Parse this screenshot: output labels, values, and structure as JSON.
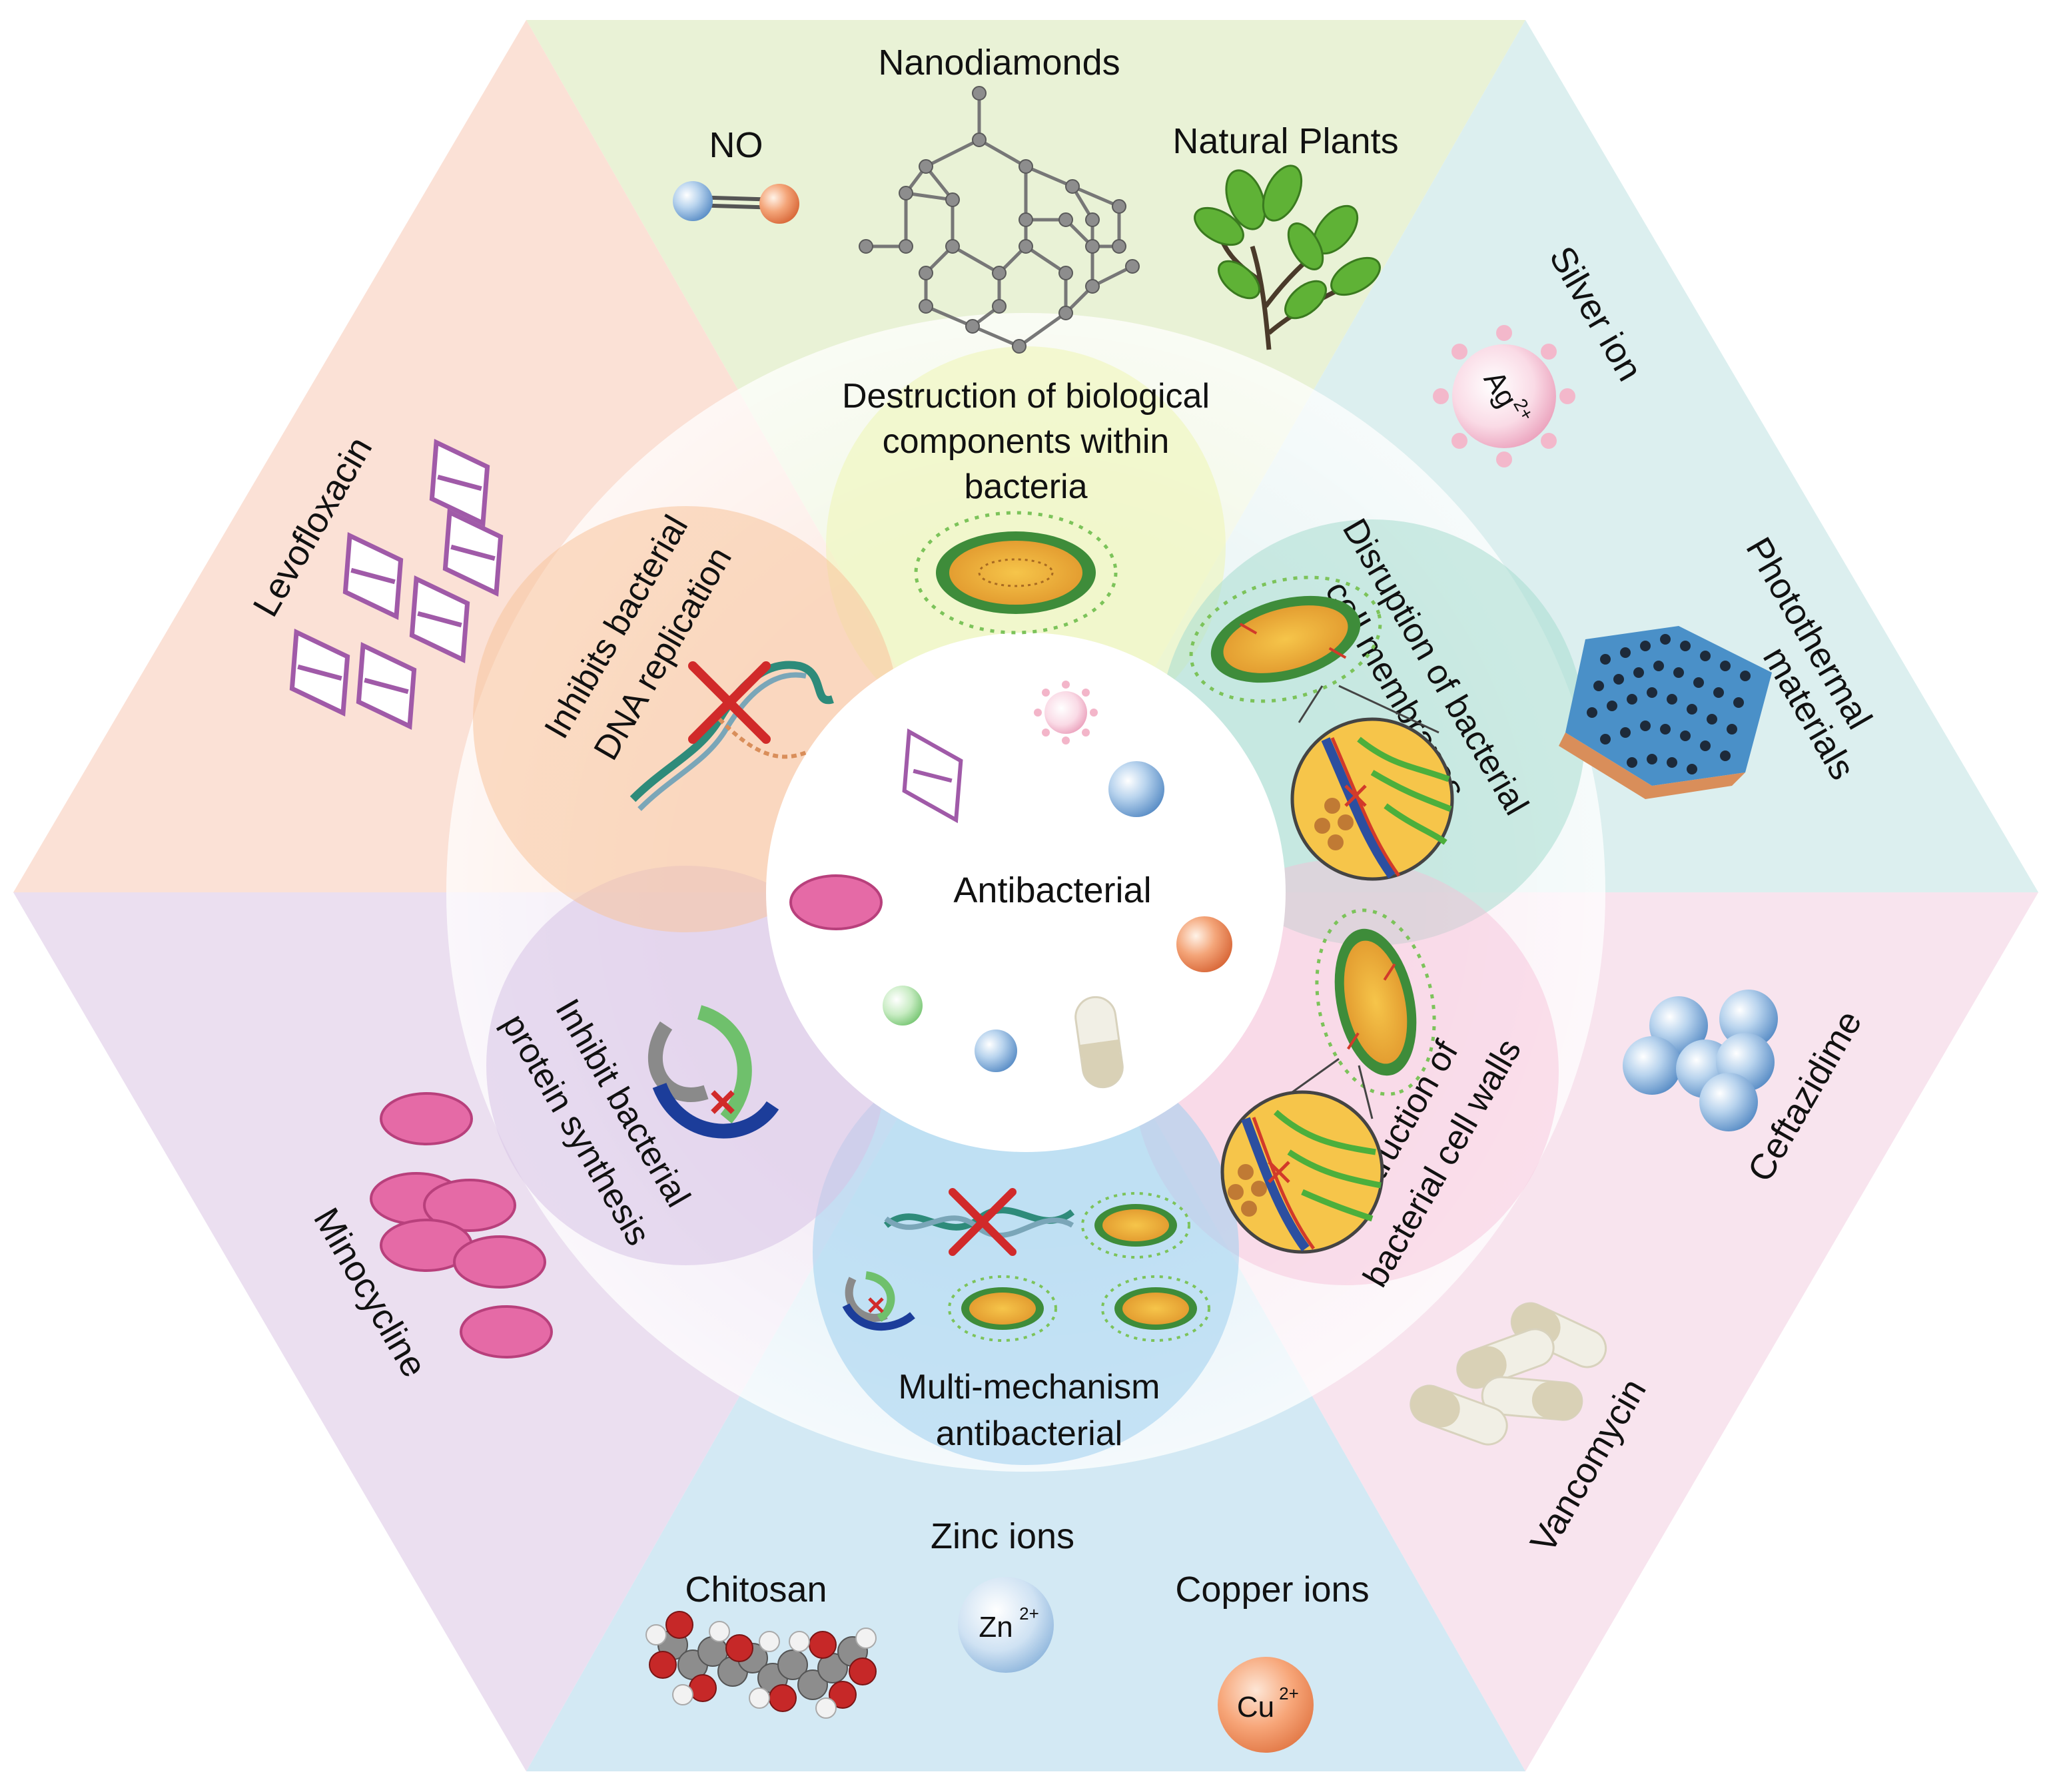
{
  "center": {
    "label": "Antibacterial"
  },
  "sectors": {
    "top": {
      "color": "#e9f2d6",
      "agents": {
        "no": "NO",
        "nanodiamonds": "Nanodiamonds",
        "plants": "Natural Plants"
      }
    },
    "upper_right": {
      "color": "#dcefef",
      "agents": {
        "silver": "Silver ion",
        "silver_symbol": "Ag",
        "silver_charge": "2+",
        "photothermal_1": "Photothermal",
        "photothermal_2": "materials"
      }
    },
    "lower_right": {
      "color": "#f8e4ee",
      "agents": {
        "ceftazidime": "Ceftazidime",
        "vancomycin": "Vancomycin"
      }
    },
    "bottom": {
      "color": "#d3e9f4",
      "agents": {
        "zinc": "Zinc ions",
        "zinc_symbol": "Zn",
        "zinc_charge": "2+",
        "chitosan": "Chitosan",
        "copper": "Copper ions",
        "copper_symbol": "Cu",
        "copper_charge": "2+"
      }
    },
    "lower_left": {
      "color": "#ebdff0",
      "agents": {
        "minocycline": "Minocycline"
      }
    },
    "upper_left": {
      "color": "#fbe1d6",
      "agents": {
        "levofloxacin": "Levofloxacin"
      }
    }
  },
  "mechanisms": {
    "top": [
      "Destruction of biological",
      "components within",
      "bacteria"
    ],
    "upper_right": [
      "Disruption of bacterial",
      "cell membranes"
    ],
    "lower_right": [
      "Destruction of",
      "bacterial cell walls"
    ],
    "bottom": [
      "Multi-mechanism",
      "antibacterial"
    ],
    "lower_left": [
      "Inhibit bacterial",
      "protein synthesis"
    ],
    "upper_left": [
      "Inhibits bacterial",
      "DNA replication"
    ]
  }
}
